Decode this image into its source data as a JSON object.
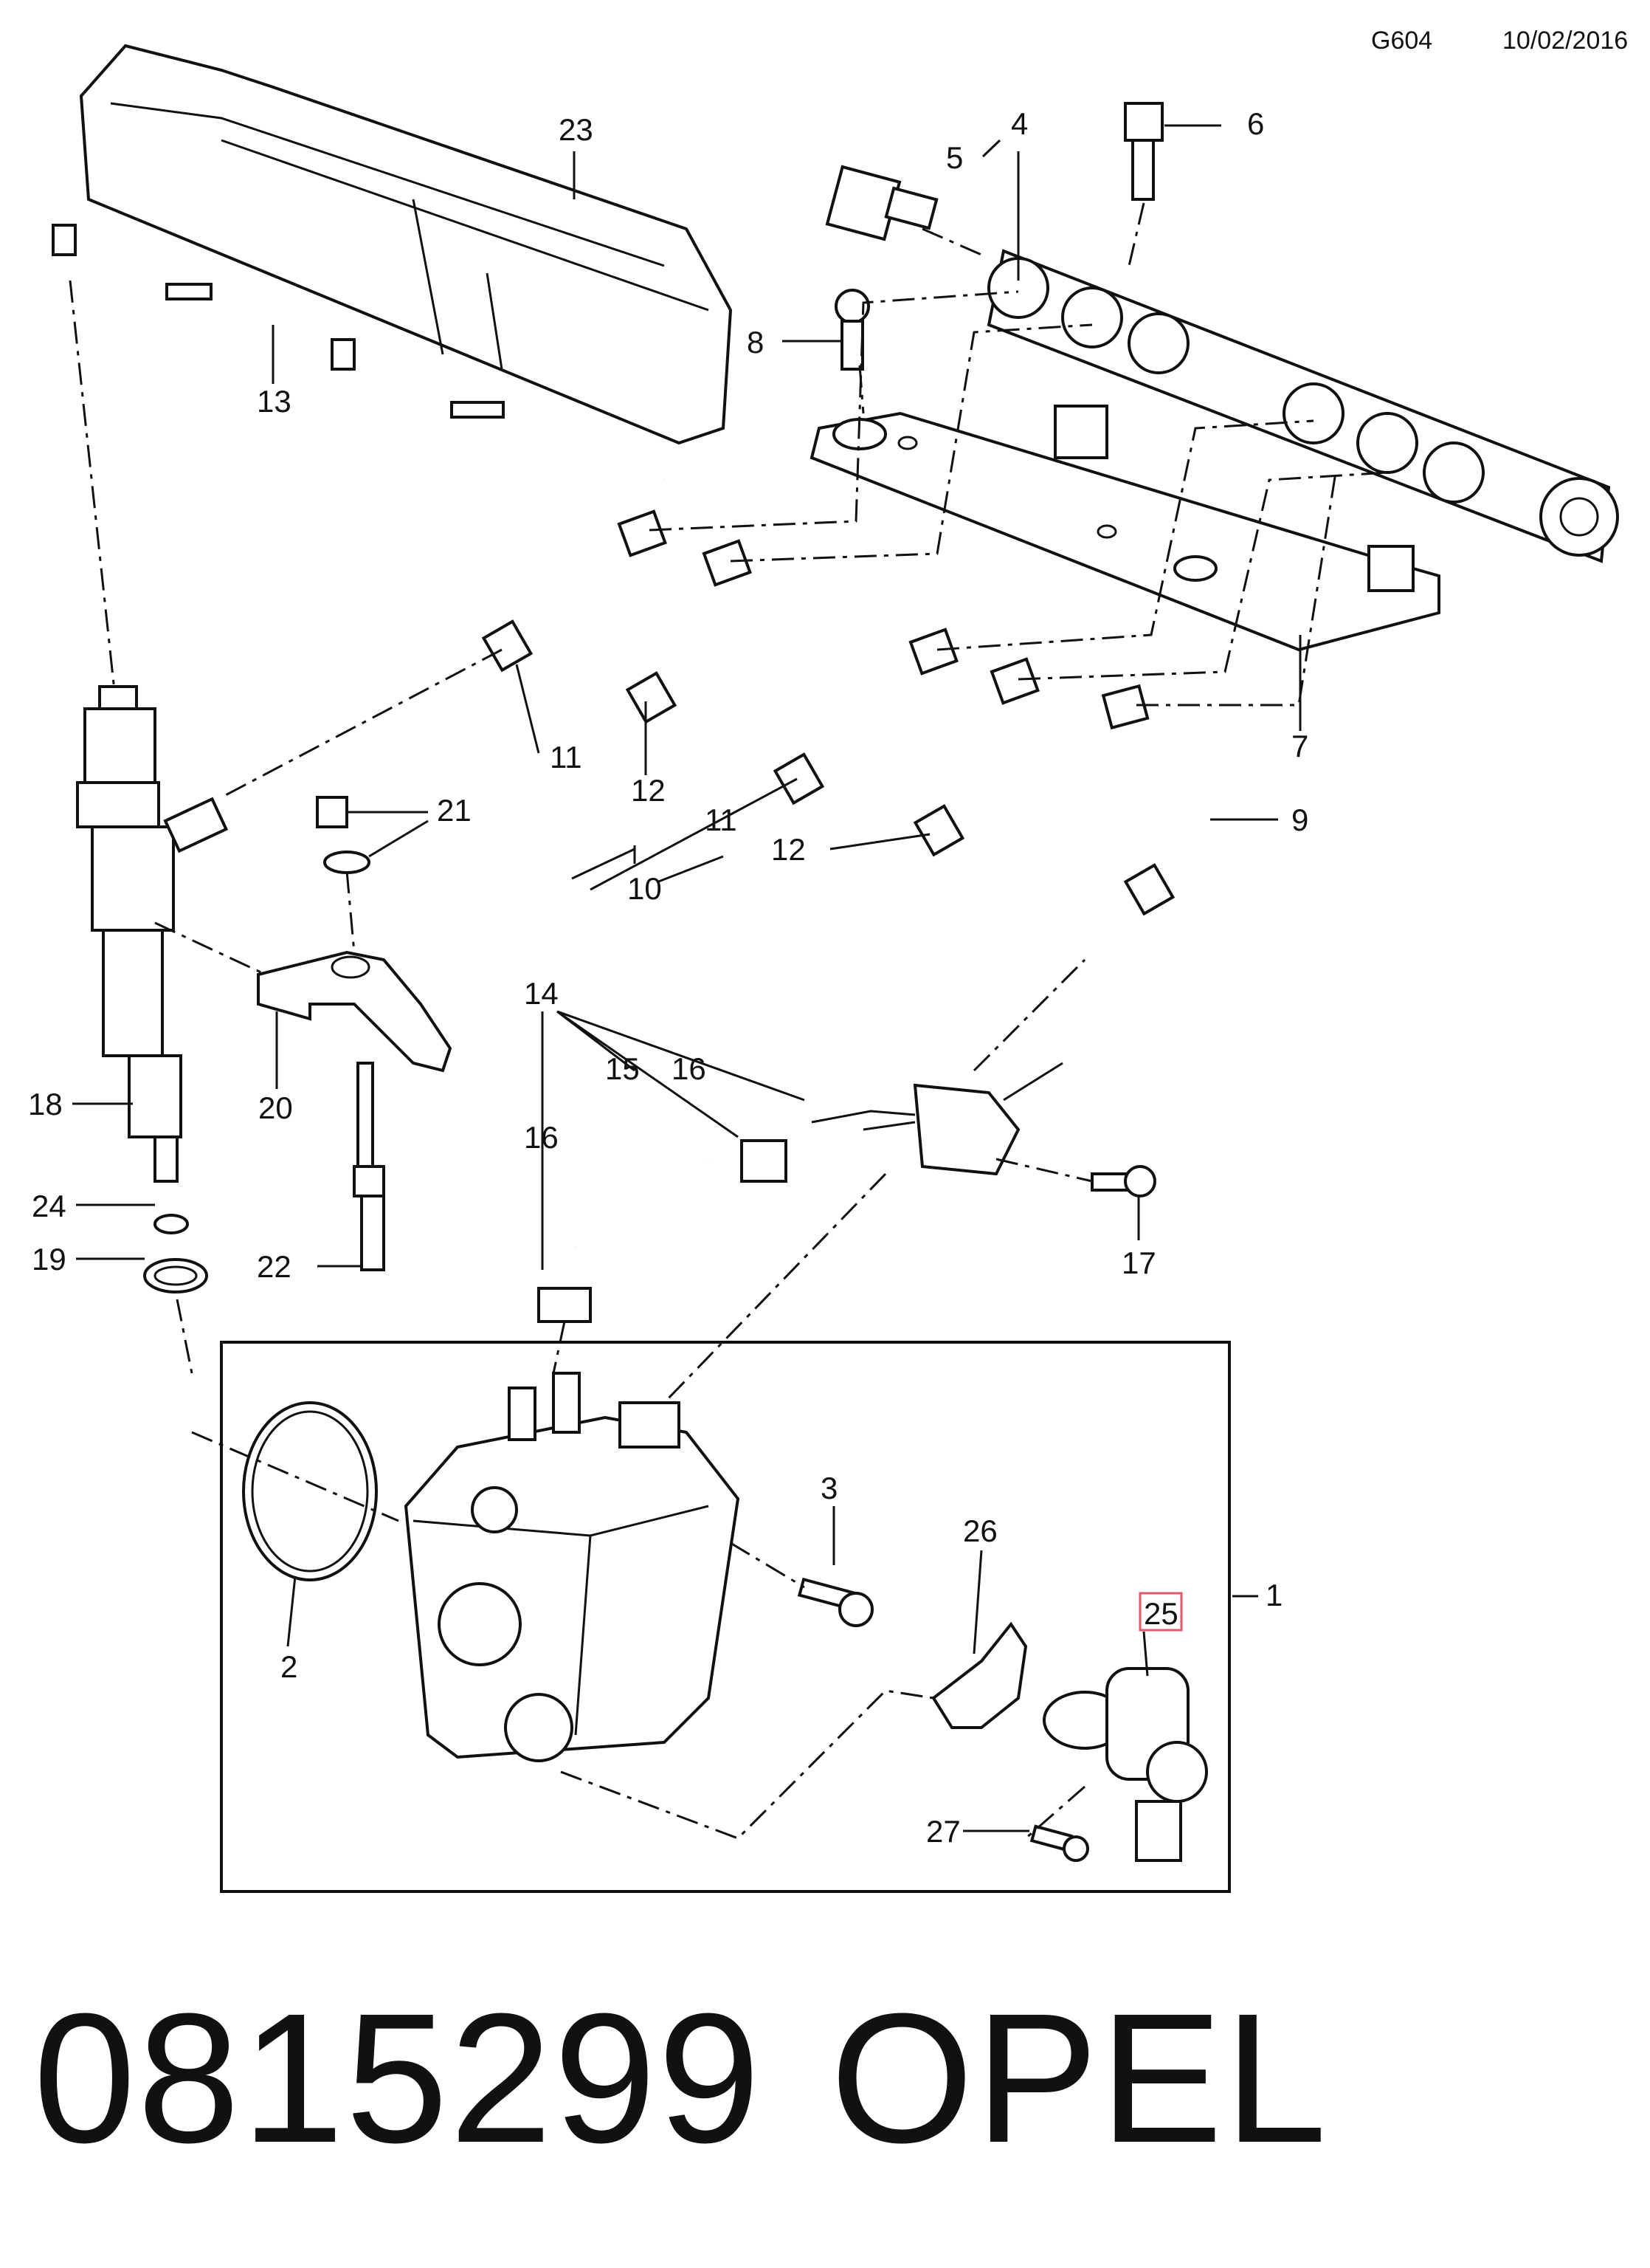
{
  "header": {
    "code": "G604",
    "date": "10/02/2016"
  },
  "footer": {
    "part_number": "0815299",
    "brand": "OPEL"
  },
  "callouts": {
    "c1": "1",
    "c2": "2",
    "c3": "3",
    "c4": "4",
    "c5": "5",
    "c6": "6",
    "c7": "7",
    "c8": "8",
    "c9": "9",
    "c10": "10",
    "c11a": "11",
    "c11b": "11",
    "c12a": "12",
    "c12b": "12",
    "c13": "13",
    "c14": "14",
    "c15": "15",
    "c16a": "16",
    "c16b": "16",
    "c17": "17",
    "c18": "18",
    "c19": "19",
    "c20": "20",
    "c21": "21",
    "c22": "22",
    "c23": "23",
    "c24": "24",
    "c25": "25",
    "c26": "26",
    "c27": "27"
  },
  "highlight": {
    "label": "25",
    "color": "#e05a6a"
  }
}
